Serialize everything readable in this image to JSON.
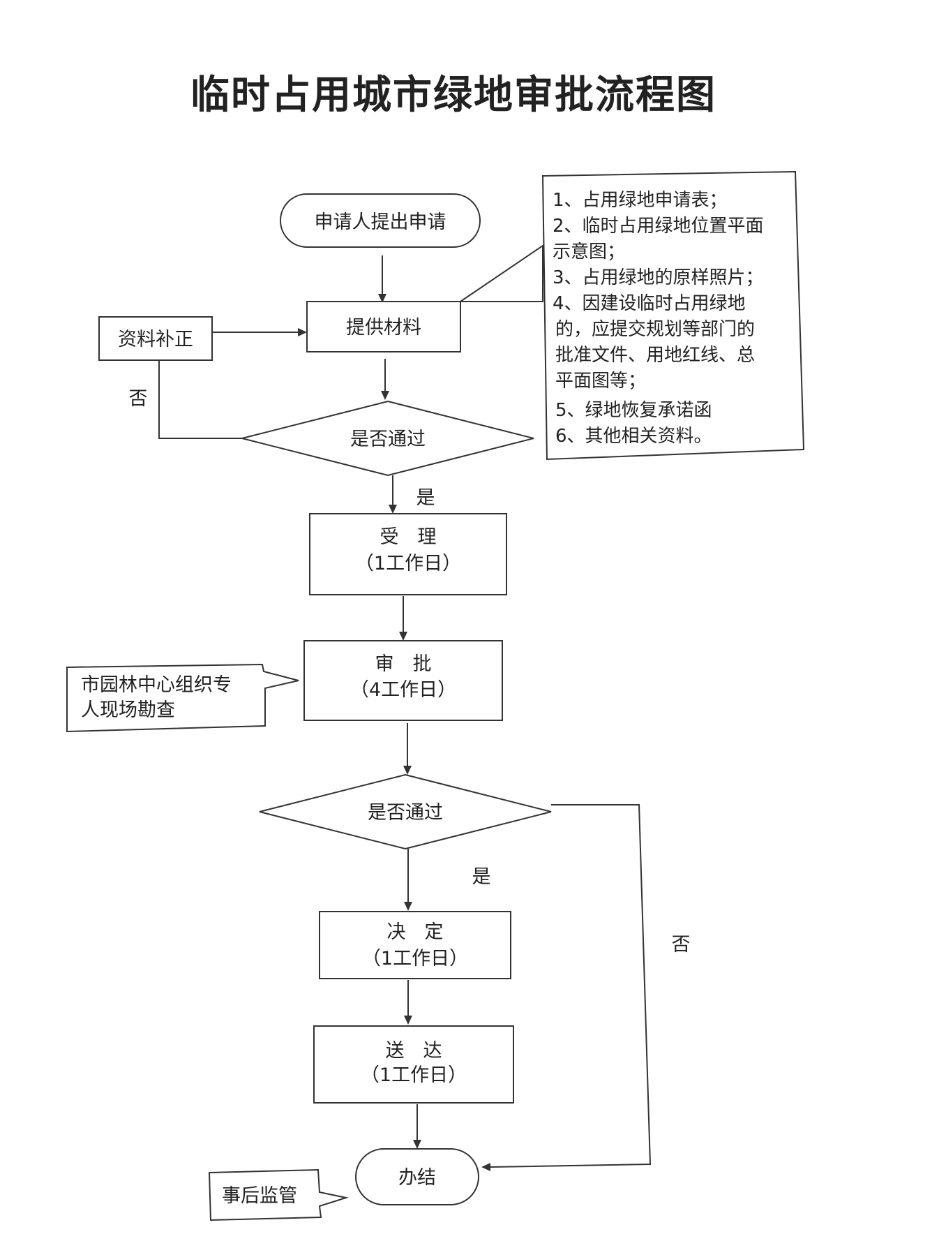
{
  "title": "临时占用城市绿地审批流程图",
  "nodes": {
    "start": "申请人提出申请",
    "provide": "提供材料",
    "correct": "资料补正",
    "check1": "是否通过",
    "accept": "受　理",
    "accept_days": "（1工作日）",
    "approve": "审　批",
    "approve_days": "（4工作日）",
    "check2": "是否通过",
    "decide": "决　定",
    "decide_days": "（1工作日）",
    "deliver": "送　达",
    "deliver_days": "（1工作日）",
    "end": "办结"
  },
  "labels": {
    "no1": "否",
    "yes1": "是",
    "yes2": "是",
    "no2": "否"
  },
  "materials": [
    "1、占用绿地申请表；",
    "2、临时占用绿地位置平面",
    "示意图；",
    "3、占用绿地的原样照片；",
    "4、因建设临时占用绿地",
    "的，应提交规划等部门的",
    "批准文件、用地红线、总",
    "平面图等；",
    "5、绿地恢复承诺函",
    "6、其他相关资料。"
  ],
  "notes": {
    "inspection": [
      "市园林中心组织专",
      "人现场勘查"
    ],
    "supervision": "事后监管"
  }
}
